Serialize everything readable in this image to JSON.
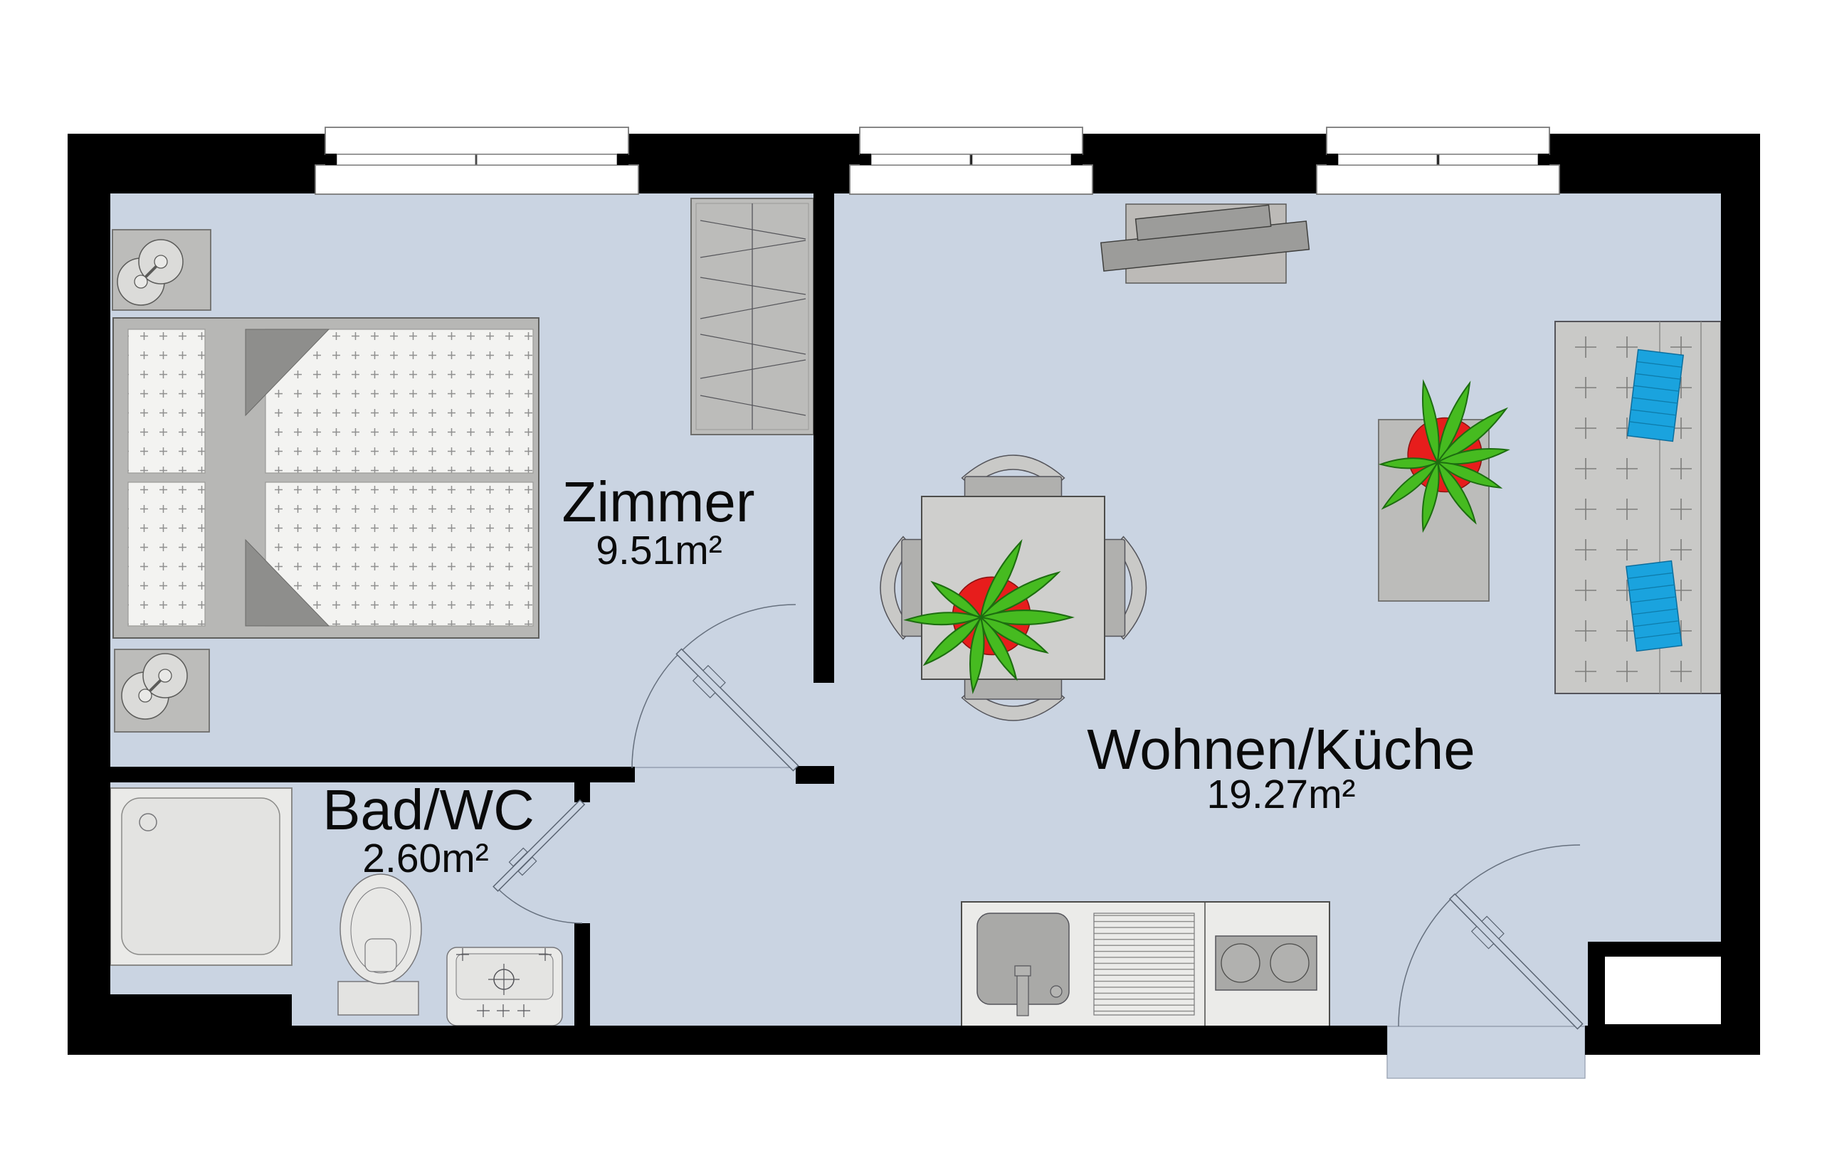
{
  "title": "Apartment floor plan",
  "rooms": [
    {
      "name": "Zimmer",
      "area": "9.51m²"
    },
    {
      "name": "Wohnen/Küche",
      "area": "19.27m²"
    },
    {
      "name": "Bad/WC",
      "area": "2.60m²"
    }
  ],
  "colors": {
    "wall": "#000000",
    "floor": "#cad4e2",
    "furniture_gray": "#bcbcba",
    "fixture_light": "#eaeae8",
    "mattress": "#f3f3f1",
    "sofa": "#c9c9c7",
    "cushion_blue": "#1aa3de",
    "plant_green": "#46bb20",
    "pot_red": "#e71d1c",
    "window_white": "#ffffff"
  },
  "fixtures": [
    "double-bed",
    "bedside-lamp-table",
    "wardrobe",
    "dining-table-with-chairs",
    "potted-plant",
    "tv-sideboard",
    "plant-shelf",
    "sofa-daybed",
    "kitchenette-sink-stove",
    "shower",
    "toilet",
    "washbasin"
  ],
  "window_count": 3,
  "door_count": 3
}
